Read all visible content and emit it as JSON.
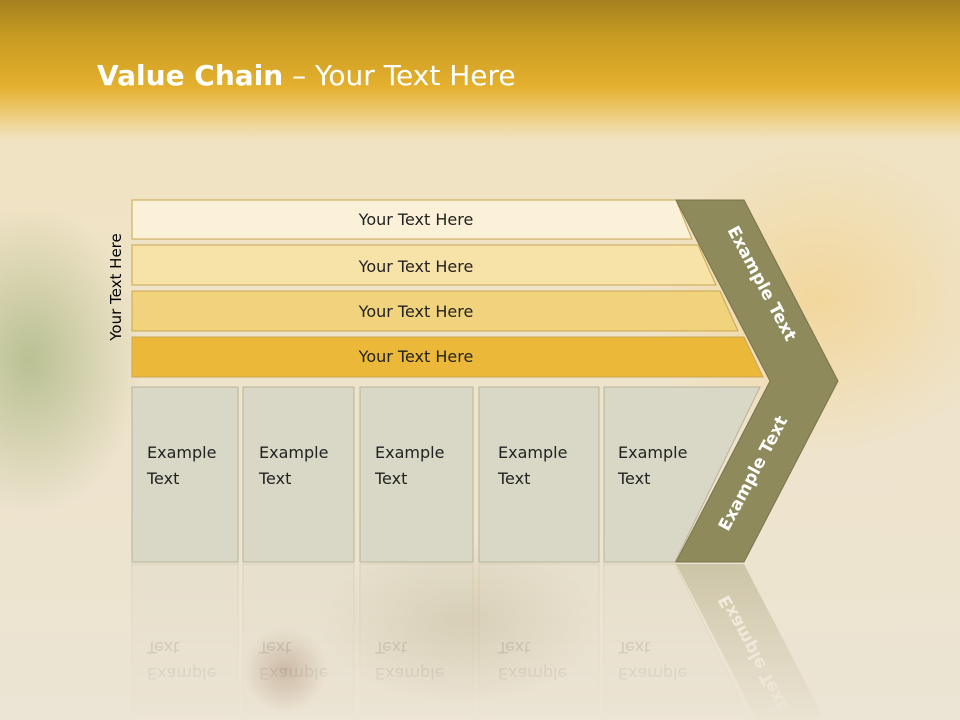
{
  "title": {
    "bold": "Value Chain",
    "rest": " – Your Text Here"
  },
  "side_label": "Your Text Here",
  "bands": [
    {
      "label": "Your Text Here",
      "color": "#fbf1d8"
    },
    {
      "label": "Your Text Here",
      "color": "#f7e2a8"
    },
    {
      "label": "Your Text Here",
      "color": "#f1d37e"
    },
    {
      "label": "Your Text Here",
      "color": "#ebb83a"
    }
  ],
  "boxes": [
    {
      "line1": "Example",
      "line2": "Text"
    },
    {
      "line1": "Example",
      "line2": "Text"
    },
    {
      "line1": "Example",
      "line2": "Text"
    },
    {
      "line1": "Example",
      "line2": "Text"
    },
    {
      "line1": "Example",
      "line2": "Text"
    }
  ],
  "chevron": {
    "upper_label": "Example Text",
    "lower_label": "Example Text",
    "color": "#8e8a5c"
  },
  "colors": {
    "header": "#e4b02e",
    "box_fill": "#d9d8c6",
    "box_stroke": "#b8b39a",
    "band_stroke": "#c9a750"
  }
}
